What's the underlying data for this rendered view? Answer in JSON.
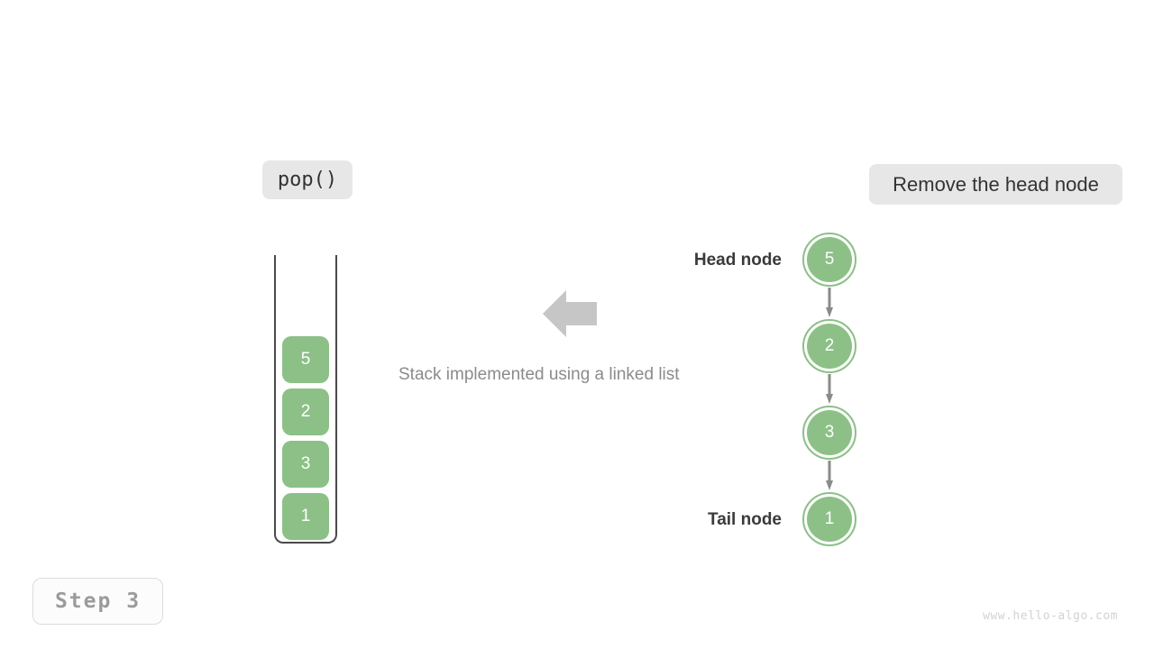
{
  "page": {
    "background": "#ffffff",
    "watermark": "www.hello-algo.com"
  },
  "operation_badge": {
    "label": "pop()",
    "background": "#e7e7e7",
    "text_color": "#333333"
  },
  "action_badge": {
    "label": "Remove the head node",
    "background": "#e7e7e7",
    "text_color": "#333333"
  },
  "step_badge": {
    "label": "Step 3",
    "text_color": "#9b9b9b",
    "border_color": "#dcdcdc"
  },
  "caption": {
    "text": "Stack implemented using a linked list",
    "color": "#8b8b8b"
  },
  "transform_arrow": {
    "direction": "left",
    "color": "#c6c6c6"
  },
  "stack": {
    "title": "stack-container",
    "accent": "#8cc087",
    "wall_color": "#4a4a4a",
    "items": [
      {
        "value": "5"
      },
      {
        "value": "2"
      },
      {
        "value": "3"
      },
      {
        "value": "1"
      }
    ]
  },
  "linked_list": {
    "accent": "#8cc087",
    "link_color": "#8a8a8a",
    "head_label": "Head node",
    "tail_label": "Tail node",
    "nodes": [
      {
        "value": "5",
        "role": "head"
      },
      {
        "value": "2",
        "role": "middle"
      },
      {
        "value": "3",
        "role": "middle"
      },
      {
        "value": "1",
        "role": "tail"
      }
    ]
  }
}
